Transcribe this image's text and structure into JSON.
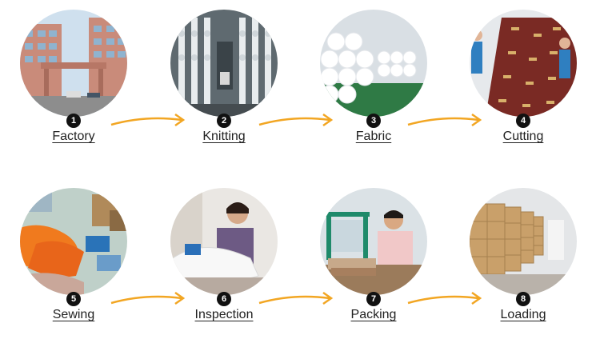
{
  "colors": {
    "arrow": "#f2a623",
    "badge": "#111111"
  },
  "steps": [
    {
      "number": "1",
      "label": "Factory",
      "icon": "factory-photo"
    },
    {
      "number": "2",
      "label": "Knitting",
      "icon": "knitting-photo"
    },
    {
      "number": "3",
      "label": "Fabric",
      "icon": "fabric-photo"
    },
    {
      "number": "4",
      "label": "Cutting",
      "icon": "cutting-photo"
    },
    {
      "number": "5",
      "label": "Sewing",
      "icon": "sewing-photo"
    },
    {
      "number": "6",
      "label": "Inspection",
      "icon": "inspection-photo"
    },
    {
      "number": "7",
      "label": "Packing",
      "icon": "packing-photo"
    },
    {
      "number": "8",
      "label": "Loading",
      "icon": "loading-photo"
    }
  ]
}
